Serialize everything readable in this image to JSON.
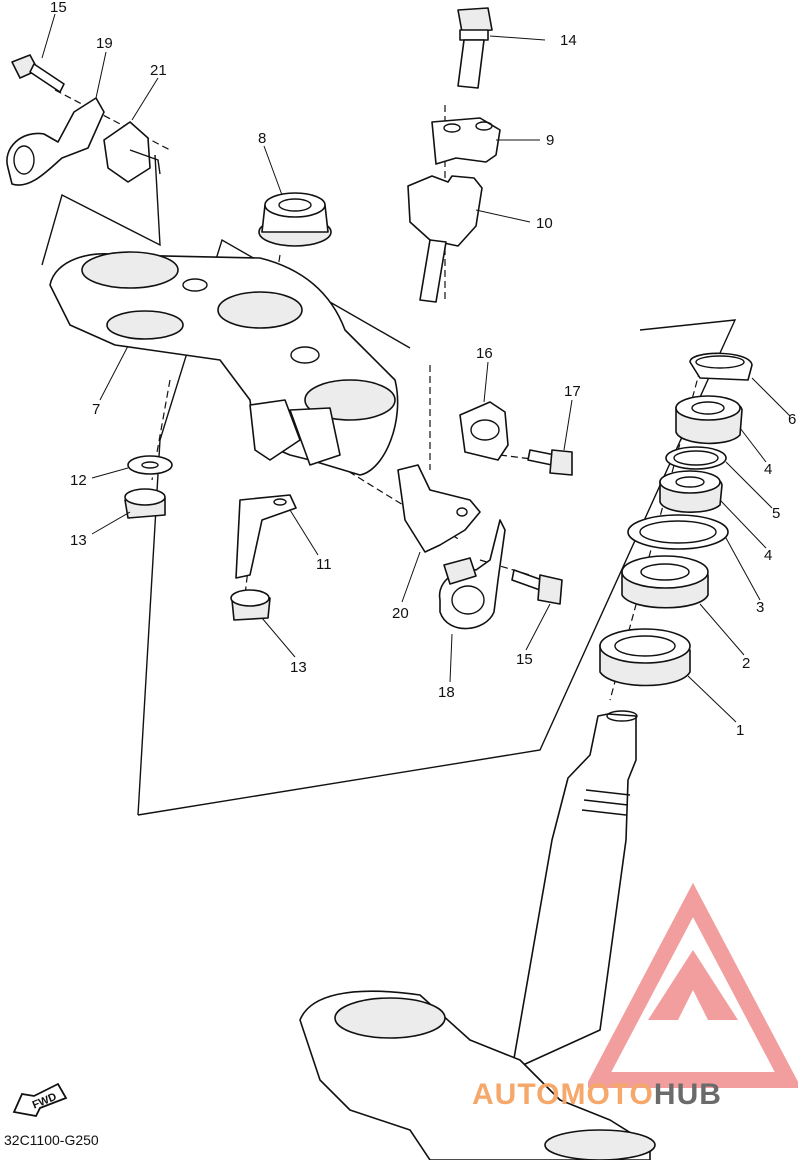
{
  "diagram": {
    "part_labels": [
      "1",
      "2",
      "3",
      "4",
      "4",
      "5",
      "6",
      "7",
      "8",
      "9",
      "10",
      "11",
      "12",
      "13",
      "13",
      "14",
      "15",
      "15",
      "16",
      "17",
      "18",
      "19",
      "20",
      "21"
    ],
    "fwd_label": "FWD",
    "diagram_code": "32C1100-G250"
  },
  "watermark": {
    "text_part1": "AUTO",
    "text_part2": "MOTO",
    "text_part3": "HUB",
    "accent_color": "#f08d8d",
    "text_color_light": "#f6a76a",
    "text_color_dark": "#6b6b6b"
  }
}
